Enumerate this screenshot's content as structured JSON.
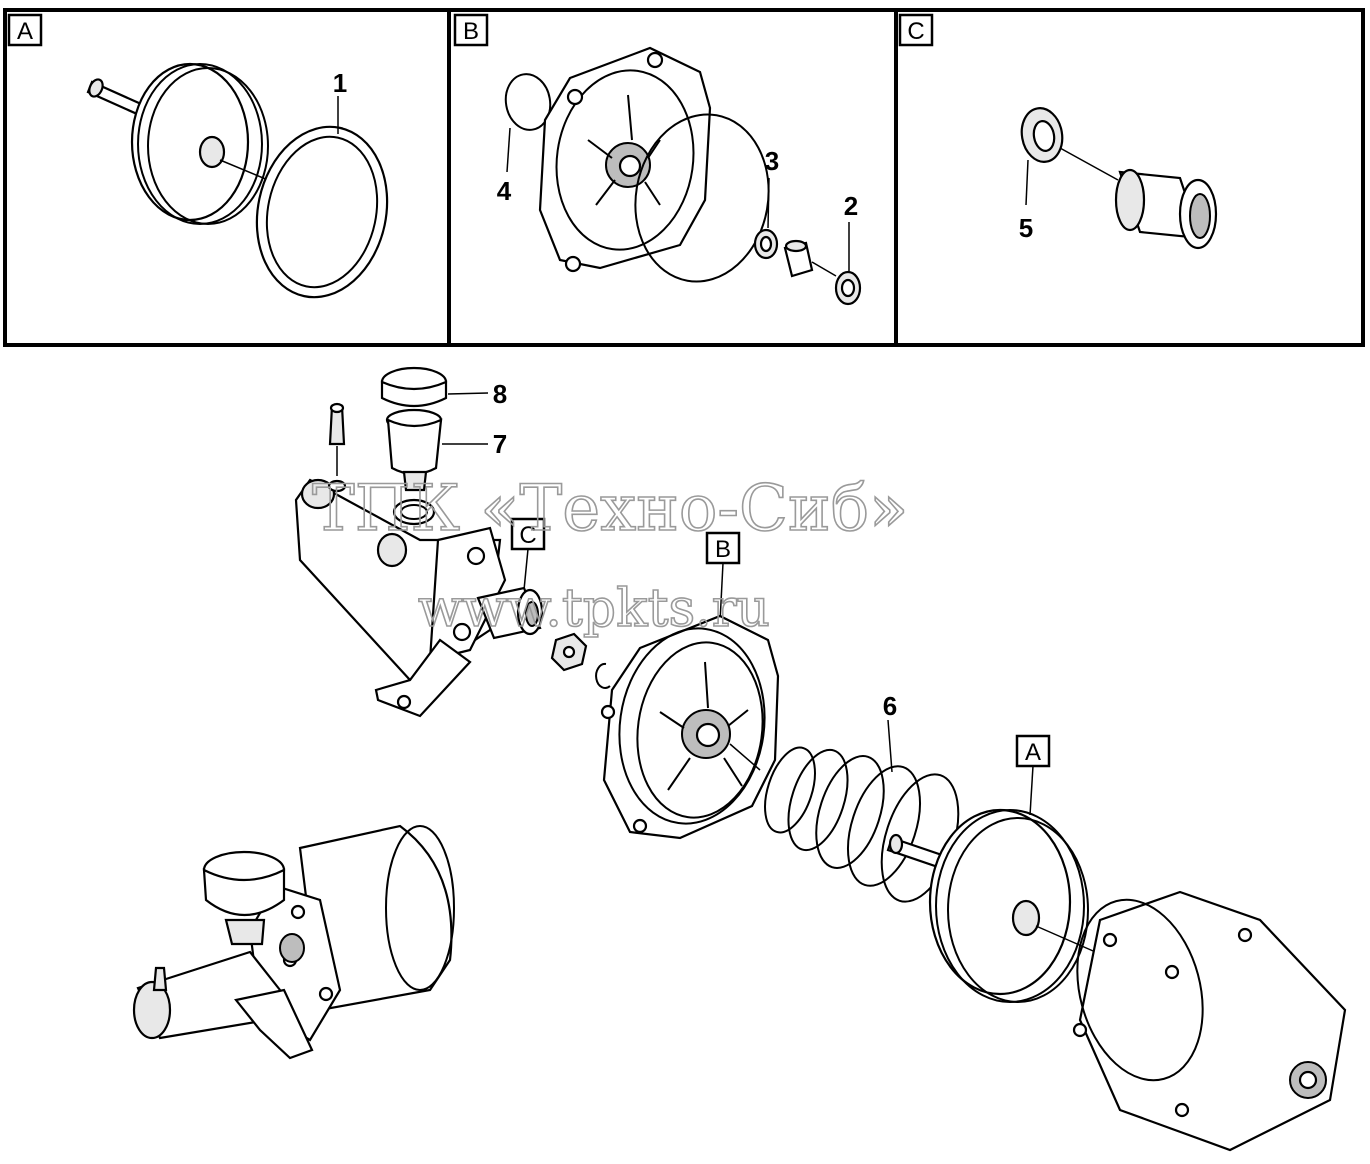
{
  "panels": [
    {
      "letter": "A"
    },
    {
      "letter": "B"
    },
    {
      "letter": "C"
    }
  ],
  "callouts": {
    "c1": "1",
    "c2": "2",
    "c3": "3",
    "c4": "4",
    "c5": "5",
    "c6": "6",
    "c7": "7",
    "c8": "8"
  },
  "main_refs": {
    "ref_c": "C",
    "ref_b": "B",
    "ref_a": "A"
  },
  "watermark": {
    "line1": "ТПК «Техно-Сиб»",
    "line2": "www.tpkts.ru"
  }
}
